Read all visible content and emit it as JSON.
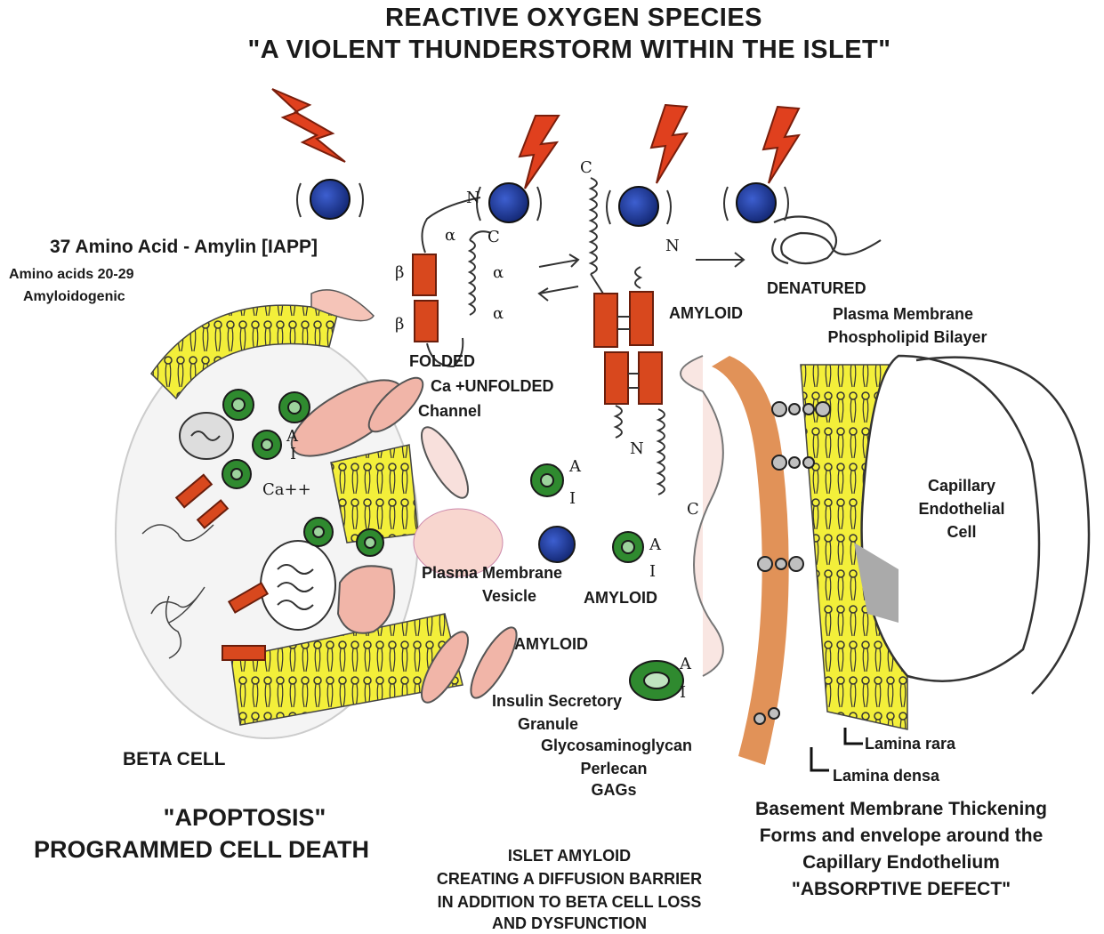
{
  "title_line1": "REACTIVE OXYGEN SPECIES",
  "title_line2": "\"A VIOLENT THUNDERSTORM WITHIN THE ISLET\"",
  "labels": {
    "amylin": "37 Amino Acid - Amylin [IAPP]",
    "amino_acids_1": "Amino acids 20-29",
    "amino_acids_2": "Amyloidogenic",
    "folded": "FOLDED",
    "ca_unfolded": "Ca +UNFOLDED",
    "channel": "Channel",
    "amyloid_top": "AMYLOID",
    "denatured": "DENATURED",
    "plasma_membrane_1": "Plasma Membrane",
    "plasma_membrane_2": "Phospholipid Bilayer",
    "capillary_1": "Capillary",
    "capillary_2": "Endothelial",
    "capillary_3": "Cell",
    "vesicle_1": "Plasma Membrane",
    "vesicle_2": "Vesicle",
    "amyloid_mid": "AMYLOID",
    "amyloid_low": "AMYLOID",
    "insulin_1": "Insulin Secretory",
    "insulin_2": "Granule",
    "gag_1": "Glycosaminoglycan",
    "gag_2": "Perlecan",
    "gag_3": "GAGs",
    "lamina_rara": "Lamina rara",
    "lamina_densa": "Lamina densa",
    "beta_cell": "BETA CELL",
    "apoptosis_1": "\"APOPTOSIS\"",
    "apoptosis_2": "PROGRAMMED CELL DEATH",
    "islet_1": "ISLET AMYLOID",
    "islet_2": "CREATING A DIFFUSION BARRIER",
    "islet_3": "IN ADDITION TO BETA CELL LOSS",
    "islet_4": "AND DYSFUNCTION",
    "basement_1": "Basement Membrane Thickening",
    "basement_2": "Forms and envelope around the",
    "basement_3": "Capillary Endothelium",
    "basement_4": "\"ABSORPTIVE DEFECT\"",
    "ca_ion": "Ca++",
    "letter_a": "A",
    "letter_i": "I",
    "letter_n": "N",
    "letter_c": "C",
    "alpha": "α",
    "beta": "β"
  },
  "colors": {
    "lightning": "#e0401e",
    "ros_ball": "#1f3fa0",
    "helix_box": "#d8481e",
    "bilayer": "#f2ef3a",
    "granule": "#2f8a2f",
    "basement": "#d9772e",
    "mito": "#f1b5a8"
  }
}
